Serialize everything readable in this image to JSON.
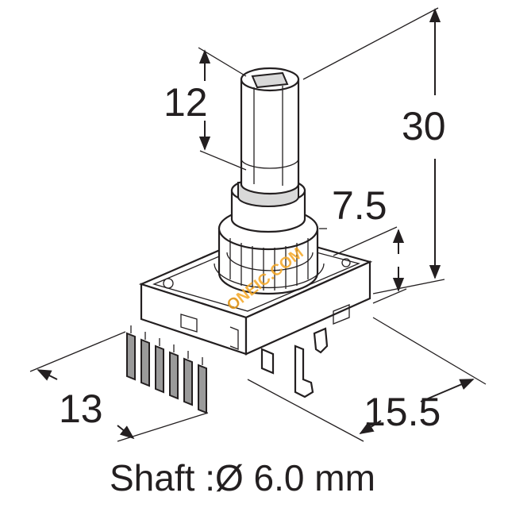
{
  "dimensions": {
    "shaft_length": "12",
    "overall_height": "30",
    "bushing": "7.5",
    "width": "13",
    "depth": "15.5"
  },
  "caption": "Shaft :Ø 6.0 mm",
  "watermark": "ONEIC.COM"
}
